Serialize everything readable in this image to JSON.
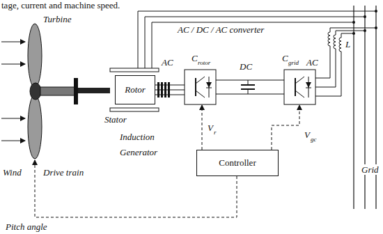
{
  "diagram": {
    "nodes": [
      {
        "text": [
          "Rotor"
        ]
      },
      {
        "text": [
          "Controller"
        ]
      }
    ],
    "labels": [
      "tage, current and machine speed.",
      "Turbine",
      "AC / DC / AC converter",
      "AC",
      "C",
      "rotor",
      "DC",
      "C",
      "grid",
      "AC",
      "L",
      "Stator",
      "Induction Generator",
      "V",
      "r",
      "V",
      "gc",
      "Grid",
      "Wind",
      "Drive train",
      "Pitch angle"
    ]
  }
}
